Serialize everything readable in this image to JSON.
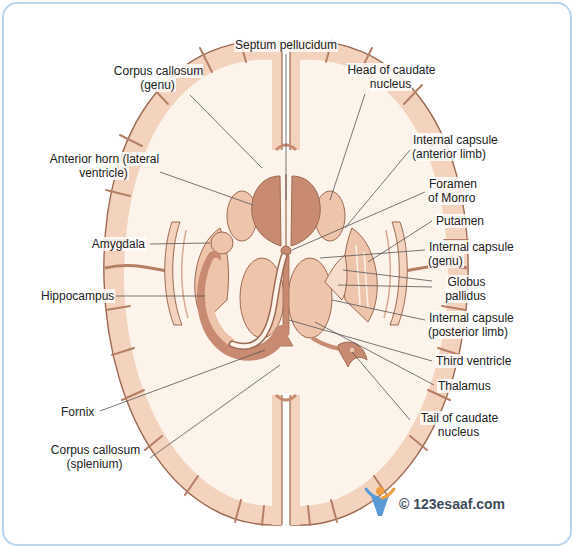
{
  "diagram": {
    "labels": [
      "Septum pellucidum",
      "Corpus callosum (genu)",
      "Head of caudate nucleus",
      "Internal capsule (anterior limb)",
      "Anterior horn (lateral ventricle)",
      "Foramen of Monro",
      "Putamen",
      "Amygdala",
      "Internal capsule (genu)",
      "Globus pallidus",
      "Hippocampus",
      "Internal capsule (posterior limb)",
      "Third ventricle",
      "Thalamus",
      "Fornix",
      "Tail of caudate nucleus",
      "Corpus callosum (splenium)",
      "© 123esaaf.com"
    ]
  }
}
